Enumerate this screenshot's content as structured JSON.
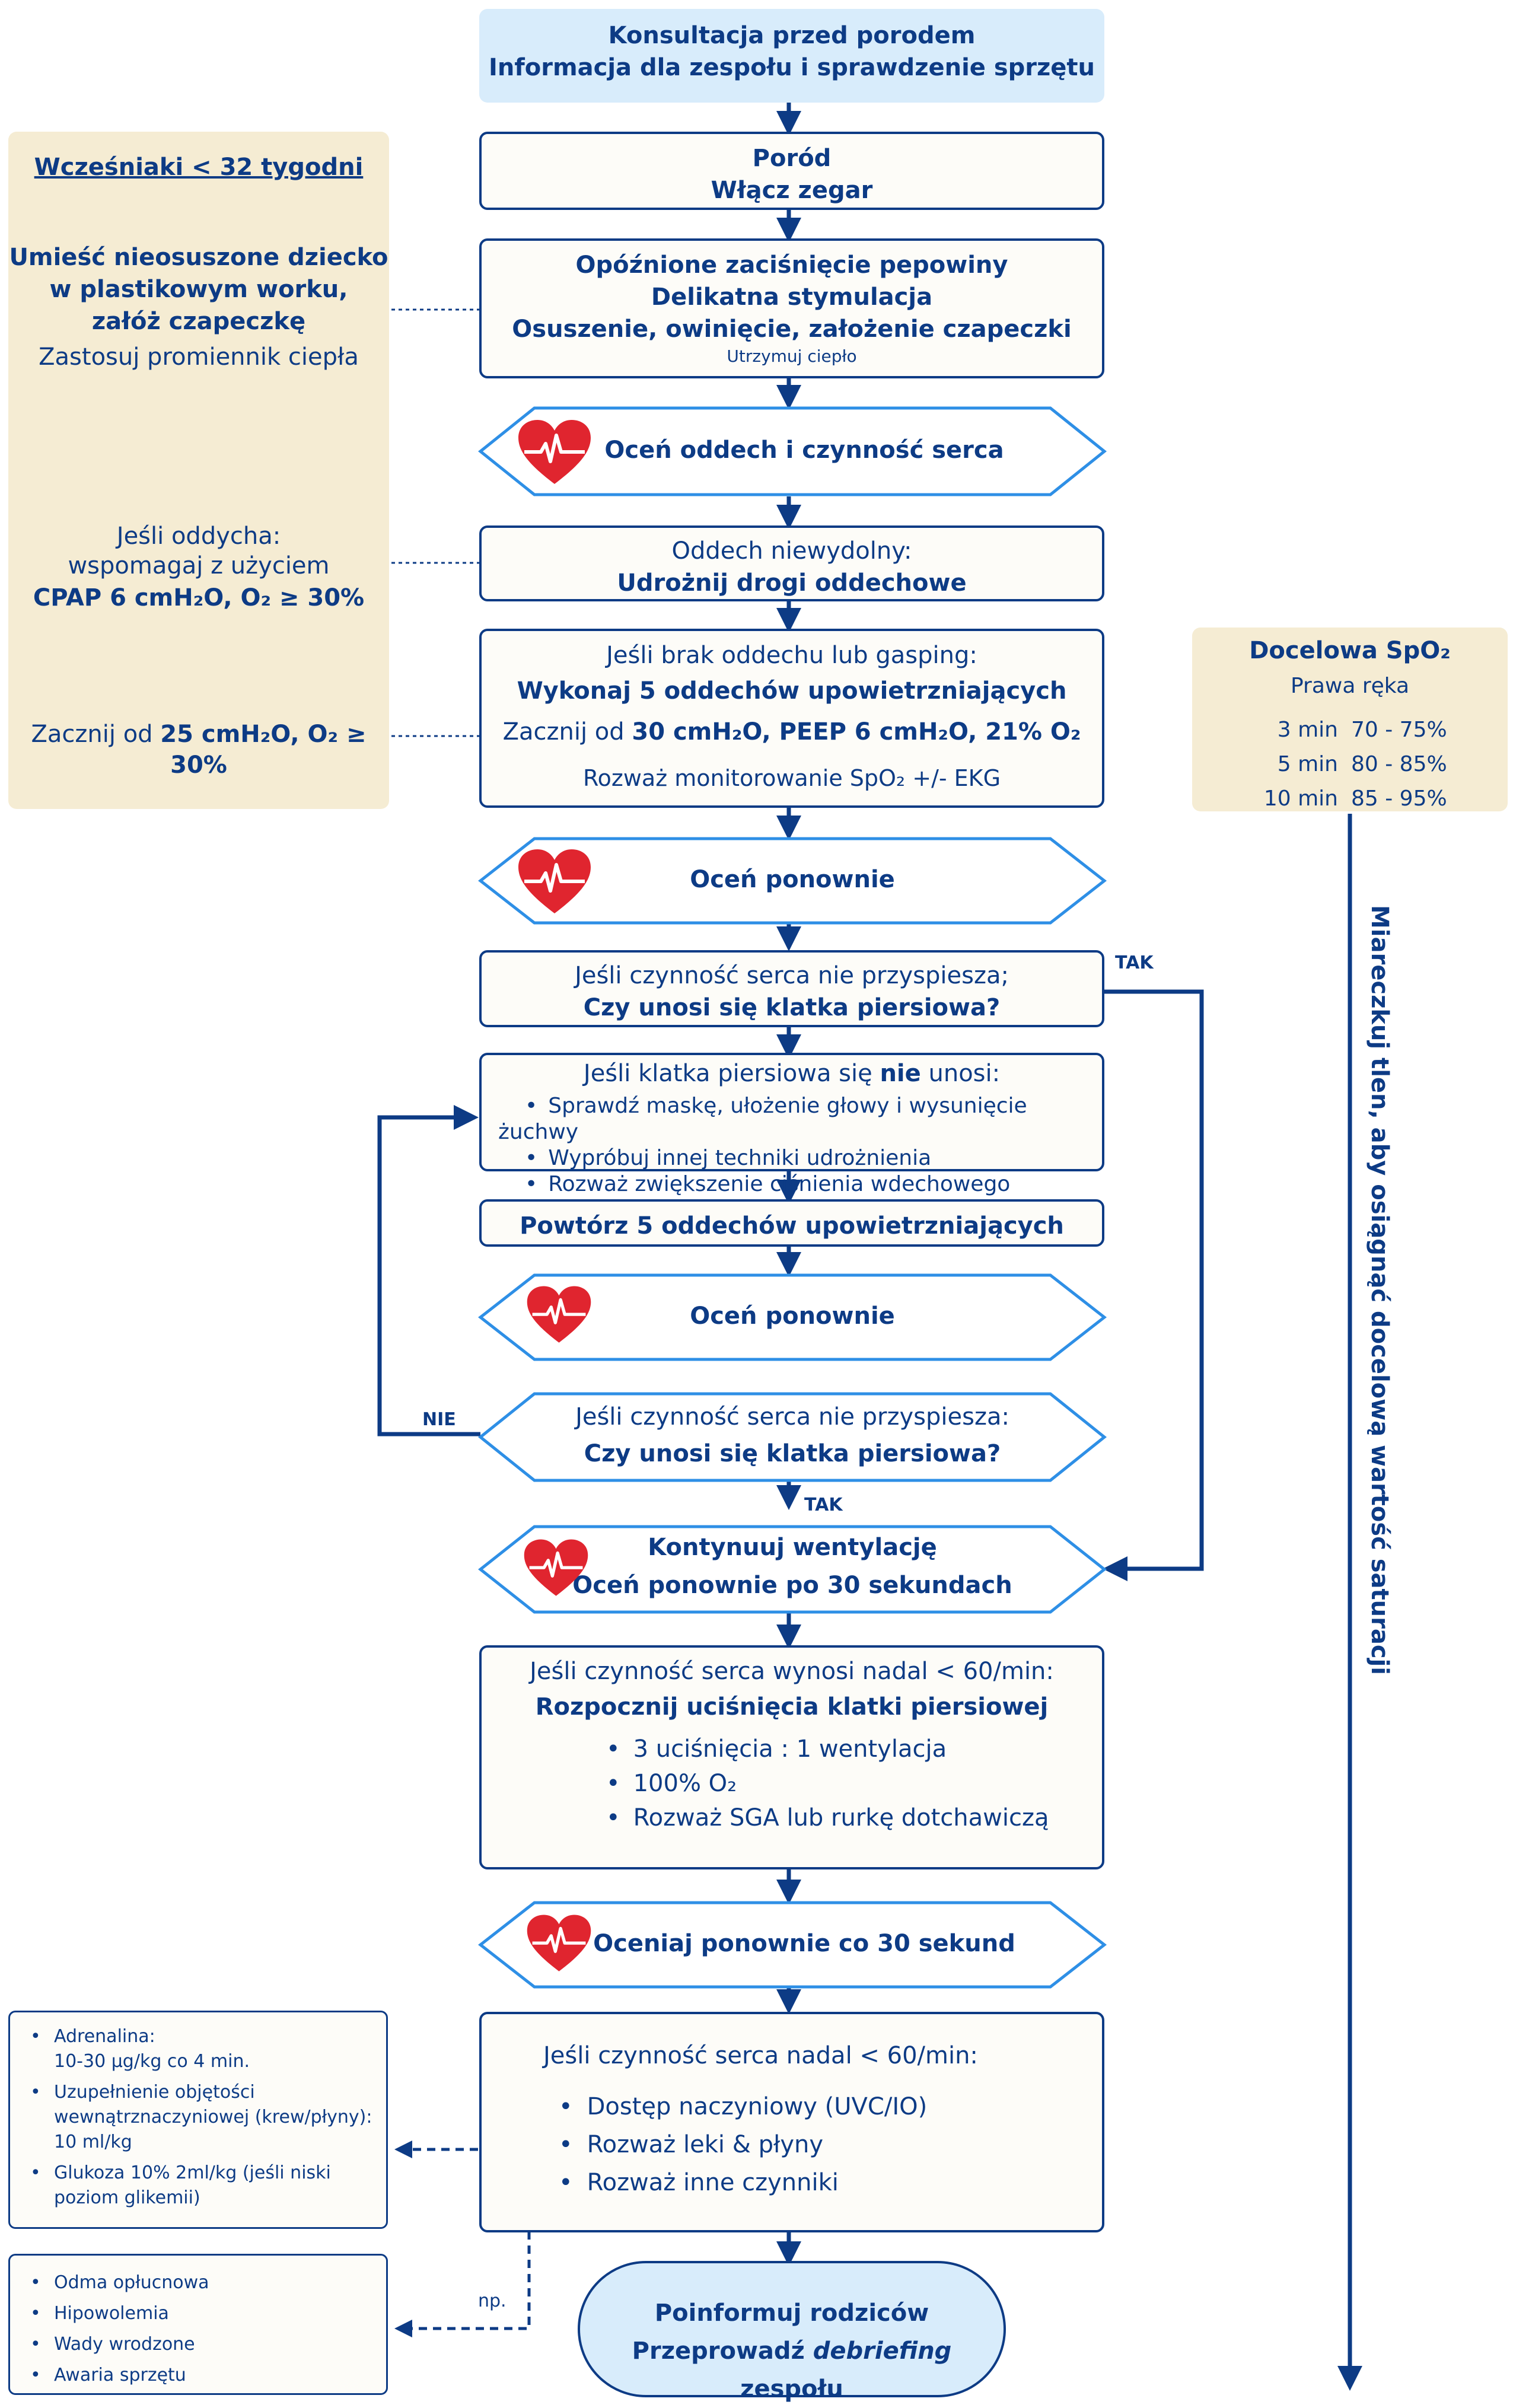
{
  "consult": {
    "line1": "Konsultacja przed porodem",
    "line2": "Informacja dla zespołu i sprawdzenie sprzętu"
  },
  "birth": {
    "line1": "Poród",
    "line2": "Włącz zegar"
  },
  "cord": {
    "line1": "Opóźnione zaciśnięcie pepowiny",
    "line2": "Delikatna stymulacja",
    "line3": "Osuszenie, owinięcie, założenie czapeczki",
    "note": "Utrzymuj ciepło"
  },
  "assess1": {
    "label": "Oceń oddech i czynność serca"
  },
  "airway": {
    "line1": "Oddech niewydolny:",
    "line2": "Udrożnij drogi oddechowe"
  },
  "inflation": {
    "line1": "Jeśli brak oddechu lub gasping:",
    "line2": "Wykonaj 5 oddechów upowietrzniających",
    "line3_pre": "Zacznij od ",
    "line3_bold": "30 cmH₂O, PEEP 6 cmH₂O, 21% O₂",
    "line4": "Rozważ monitorowanie SpO₂ +/- EKG"
  },
  "assess2": {
    "label": "Oceń ponownie"
  },
  "q1": {
    "line1": "Jeśli czynność serca nie przyspiesza;",
    "line2": "Czy unosi się klatka piersiowa?",
    "yes": "TAK"
  },
  "chestnot": {
    "pre": "Jeśli klatka piersiowa się ",
    "bold": "nie",
    "post": " unosi:",
    "items": [
      "Sprawdź maskę, ułożenie głowy i wysunięcie żuchwy",
      "Wypróbuj innej techniki udrożnienia",
      "Rozważ zwiększenie ciśnienia wdechowego"
    ]
  },
  "repeat": {
    "label": "Powtórz 5 oddechów upowietrzniających"
  },
  "assess3": {
    "label": "Oceń ponownie"
  },
  "q2": {
    "line1": "Jeśli czynność serca nie przyspiesza:",
    "line2": "Czy unosi się klatka piersiowa?",
    "no": "NIE",
    "yes": "TAK"
  },
  "continue": {
    "line1": "Kontynuuj wentylację",
    "line2": "Oceń ponownie po 30 sekundach"
  },
  "cpr": {
    "line1": "Jeśli czynność serca wynosi nadal < 60/min:",
    "line2": "Rozpocznij uciśnięcia klatki piersiowej",
    "items": [
      "3 uciśnięcia : 1 wentylacja",
      "100% O₂",
      "Rozważ SGA lub rurkę dotchawiczą"
    ]
  },
  "assess4": {
    "label": "Oceniaj ponownie co 30 sekund"
  },
  "access": {
    "line1": "Jeśli czynność serca nadal < 60/min:",
    "items": [
      "Dostęp naczyniowy (UVC/IO)",
      "Rozważ leki & płyny",
      "Rozważ inne czynniki"
    ]
  },
  "final": {
    "line1": "Poinformuj rodziców",
    "line2_pre": "Przeprowadź ",
    "line2_italic": "debriefing",
    "line2_post": " zespołu"
  },
  "preterm": {
    "title": "Wcześniaki < 32 tygodni",
    "p1_l1": "Umieść nieosuszone dziecko",
    "p1_l2": "w plastikowym worku,",
    "p1_l3": "załóż czapeczkę",
    "p1_l4": "Zastosuj promiennik ciepła",
    "p2_l1": "Jeśli oddycha:",
    "p2_l2": "wspomagaj z użyciem",
    "p2_l3": "CPAP 6 cmH₂O, O₂ ≥ 30%",
    "p3_pre": "Zacznij od ",
    "p3_bold": "25 cmH₂O, O₂ ≥ 30%"
  },
  "spo2": {
    "title": "Docelowa SpO₂",
    "subtitle": "Prawa ręka",
    "rows": [
      {
        "time": "3 min",
        "range": "70 - 75%"
      },
      {
        "time": "5 min",
        "range": "80 - 85%"
      },
      {
        "time": "10 min",
        "range": "85 - 95%"
      }
    ],
    "arrow_text": "Miareczkuj tlen, aby osiągnąć docelową wartość saturacji"
  },
  "drugs": {
    "items": [
      {
        "l1": "Adrenalina:",
        "l2": "10-30 µg/kg co 4 min."
      },
      {
        "l1": "Uzupełnienie objętości",
        "l2": "wewnątrznaczyniowej (krew/płyny):",
        "l3": "10 ml/kg"
      },
      {
        "l1": "Glukoza 10% 2ml/kg (jeśli niski",
        "l2": "poziom glikemii)"
      }
    ]
  },
  "causes": {
    "items": [
      "Odma opłucnowa",
      "Hipowolemia",
      "Wady wrodzone",
      "Awaria sprzętu"
    ],
    "eg": "np."
  },
  "colors": {
    "navy": "#0d3b85",
    "light_blue": "#d8ecfb",
    "hex_border": "#2e8fe6",
    "beige": "#f5ecd3",
    "heart": "#e0252f"
  }
}
